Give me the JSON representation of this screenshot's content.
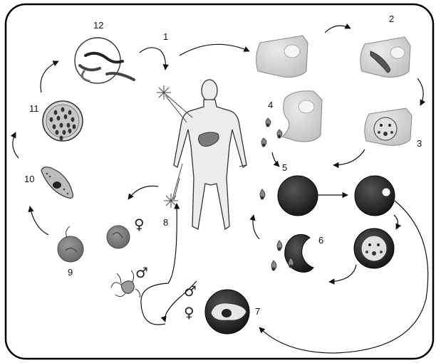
{
  "diagram": {
    "step_labels": [
      "1",
      "2",
      "3",
      "4",
      "5",
      "6",
      "7",
      "8",
      "9",
      "10",
      "11",
      "12"
    ],
    "male_symbol": "♂",
    "female_symbol": "♀",
    "colors": {
      "frame": "#000000",
      "cell_light": "#d8d8d8",
      "cell_dark": "#2b2b2b",
      "body": "#ececec",
      "liver": "#7a7a7a"
    }
  }
}
